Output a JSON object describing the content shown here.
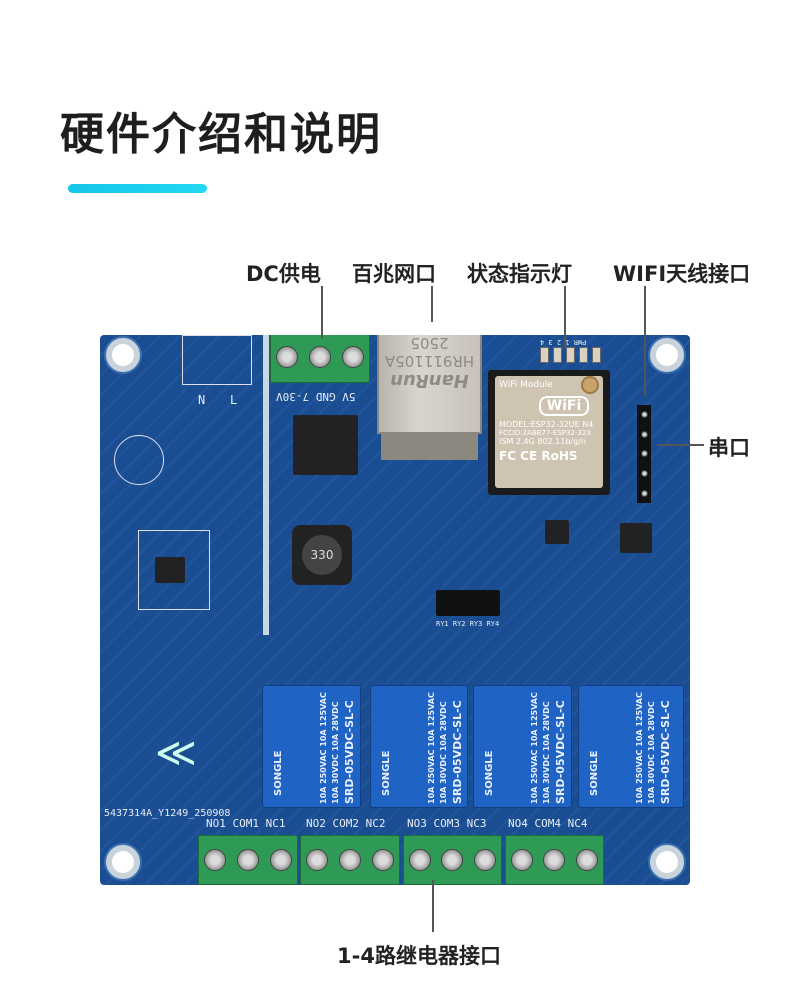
{
  "title": "硬件介绍和说明",
  "accent_color": "#13c6ea",
  "callouts": {
    "dc_power": "DC供电",
    "ethernet": "百兆网口",
    "status_leds": "状态指示灯",
    "wifi_antenna": "WIFI天线接口",
    "serial": "串口",
    "relay_terminals": "1-4路继电器接口"
  },
  "board": {
    "serial_number": "5437314A_Y1249_250908",
    "power_terminal_label": "5V GND 7-30V",
    "inductor": "330",
    "ac_labels": [
      "N",
      "L"
    ],
    "led_labels": "PWR 1 2 3 4",
    "header_labels": "RY1 RY2 RY3 RY4",
    "ethernet_jack": {
      "brand": "HanRun",
      "model": "HR911105A",
      "code": "2505"
    },
    "wifi_module": {
      "name": "WiFi Module",
      "logo": "WiFi",
      "model": "MODEL:ESP32-32UE N4",
      "fccid": "FCCID:2ABB77-ESP32-32X",
      "ism": "ISM 2.4G 802.11b/g/n",
      "certs": "FC CE RoHS"
    },
    "relay": {
      "brand": "SONGLE",
      "part": "SRD-05VDC-SL-C",
      "rating1": "10A 250VAC 10A 125VAC",
      "rating2": "10A 30VDC 10A 28VDC"
    },
    "terminals": [
      {
        "no": "NO1",
        "com": "COM1",
        "nc": "NC1"
      },
      {
        "no": "NO2",
        "com": "COM2",
        "nc": "NC2"
      },
      {
        "no": "NO3",
        "com": "COM3",
        "nc": "NC3"
      },
      {
        "no": "NO4",
        "com": "COM4",
        "nc": "NC4"
      }
    ]
  }
}
